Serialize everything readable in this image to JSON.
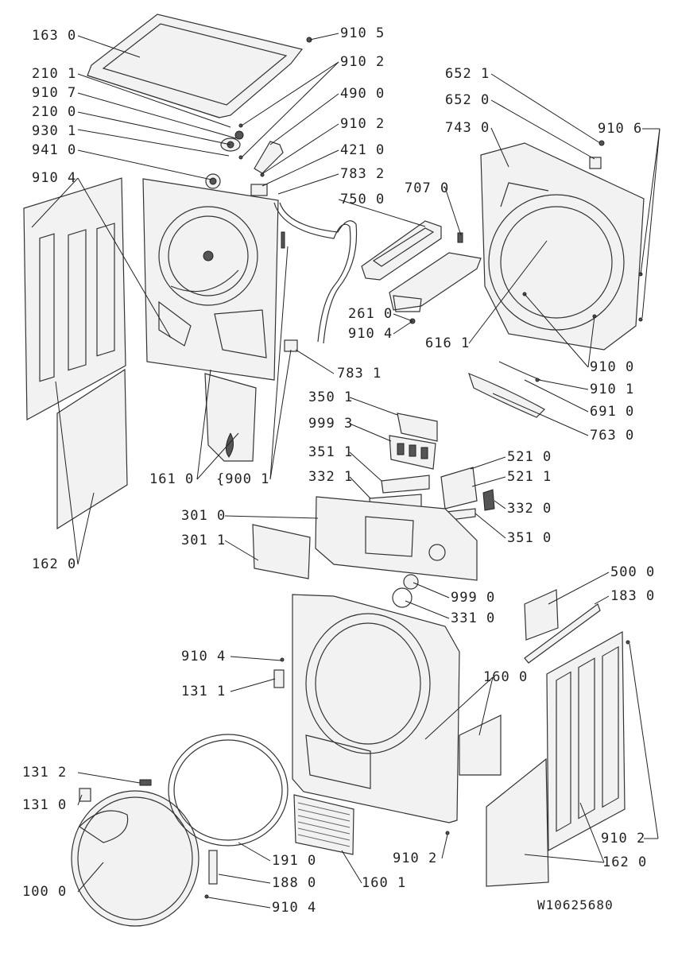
{
  "labels": [
    {
      "id": "l1630",
      "text": "163 0"
    },
    {
      "id": "l2101",
      "text": "210 1"
    },
    {
      "id": "l9107",
      "text": "910 7"
    },
    {
      "id": "l2100",
      "text": "210 0"
    },
    {
      "id": "l9301",
      "text": "930 1"
    },
    {
      "id": "l9410",
      "text": "941 0"
    },
    {
      "id": "l9104a",
      "text": "910 4"
    },
    {
      "id": "l9105",
      "text": "910 5"
    },
    {
      "id": "l9102a",
      "text": "910 2"
    },
    {
      "id": "l4900",
      "text": "490 0"
    },
    {
      "id": "l9102b",
      "text": "910 2"
    },
    {
      "id": "l4210",
      "text": "421 0"
    },
    {
      "id": "l7832",
      "text": "783 2"
    },
    {
      "id": "l7500",
      "text": "750 0"
    },
    {
      "id": "l7070",
      "text": "707 0"
    },
    {
      "id": "l6521",
      "text": "652 1"
    },
    {
      "id": "l6520",
      "text": "652 0"
    },
    {
      "id": "l7430",
      "text": "743 0"
    },
    {
      "id": "l9106",
      "text": "910 6"
    },
    {
      "id": "l2610",
      "text": "261 0"
    },
    {
      "id": "l9104b",
      "text": "910 4"
    },
    {
      "id": "l7831",
      "text": "783 1"
    },
    {
      "id": "l6161",
      "text": "616 1"
    },
    {
      "id": "l9100",
      "text": "910 0"
    },
    {
      "id": "l9101",
      "text": "910 1"
    },
    {
      "id": "l6910",
      "text": "691 0"
    },
    {
      "id": "l7630",
      "text": "763 0"
    },
    {
      "id": "l3501",
      "text": "350 1"
    },
    {
      "id": "l9993",
      "text": "999 3"
    },
    {
      "id": "l3511",
      "text": "351 1"
    },
    {
      "id": "l3321",
      "text": "332 1"
    },
    {
      "id": "l5210",
      "text": "521 0"
    },
    {
      "id": "l5211",
      "text": "521 1"
    },
    {
      "id": "l3320",
      "text": "332 0"
    },
    {
      "id": "l3510",
      "text": "351 0"
    },
    {
      "id": "l1610",
      "text": "161 0"
    },
    {
      "id": "l9001",
      "text": "{900 1"
    },
    {
      "id": "l3010",
      "text": "301 0"
    },
    {
      "id": "l3011",
      "text": "301 1"
    },
    {
      "id": "l1620a",
      "text": "162 0"
    },
    {
      "id": "l9990",
      "text": "999 0"
    },
    {
      "id": "l3310",
      "text": "331 0"
    },
    {
      "id": "l5000",
      "text": "500 0"
    },
    {
      "id": "l1830",
      "text": "183 0"
    },
    {
      "id": "l9104c",
      "text": "910 4"
    },
    {
      "id": "l1311",
      "text": "131 1"
    },
    {
      "id": "l1600",
      "text": "160 0"
    },
    {
      "id": "l1312",
      "text": "131 2"
    },
    {
      "id": "l1310",
      "text": "131 0"
    },
    {
      "id": "l9102c",
      "text": "910 2"
    },
    {
      "id": "l9102d",
      "text": "910 2"
    },
    {
      "id": "l1620b",
      "text": "162 0"
    },
    {
      "id": "l1000",
      "text": "100 0"
    },
    {
      "id": "l1910",
      "text": "191 0"
    },
    {
      "id": "l1880",
      "text": "188 0"
    },
    {
      "id": "l9104d",
      "text": "910 4"
    },
    {
      "id": "l1601",
      "text": "160 1"
    }
  ],
  "document_id": "W10625680"
}
